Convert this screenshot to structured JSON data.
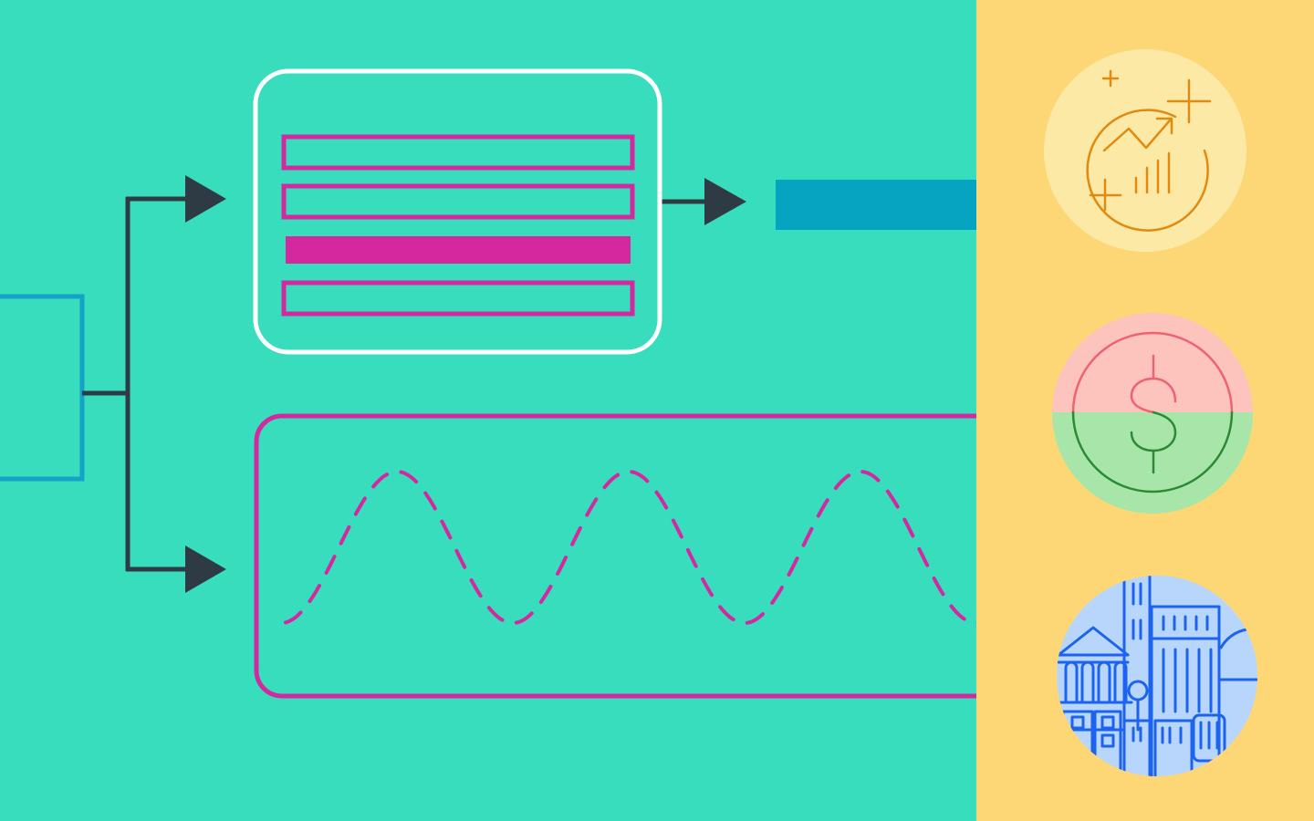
{
  "illustration": {
    "theme": "data-pipeline-illustration",
    "colors": {
      "main_background": "#38DDBE",
      "side_panel_background": "#FDD776",
      "connector_stroke": "#2F3B44",
      "source_box_stroke": "#14A3C7",
      "output_bar_fill": "#06A4C0",
      "card_stroke": "#FFFFFF",
      "record_stroke": "#D4299E",
      "highlighted_record_fill": "#D4299E",
      "wave_stroke": "#D4299E",
      "growth_badge_background": "#FDE9A6",
      "growth_icon_stroke": "#E28A10",
      "money_badge_top": "#FDC3BD",
      "money_badge_bottom": "#A7E6A8",
      "money_icon_top_stroke": "#F0626F",
      "money_icon_bottom_stroke": "#2C8A35",
      "city_badge_background": "#B8D6FB",
      "city_icon_stroke": "#1C63F0"
    },
    "icons": {
      "growth": "growth-chart-icon",
      "money": "dollar-coin-icon",
      "city": "city-buildings-icon"
    },
    "records": {
      "count": 4,
      "highlighted_index": 2
    },
    "wave": {
      "peaks": 3
    }
  }
}
